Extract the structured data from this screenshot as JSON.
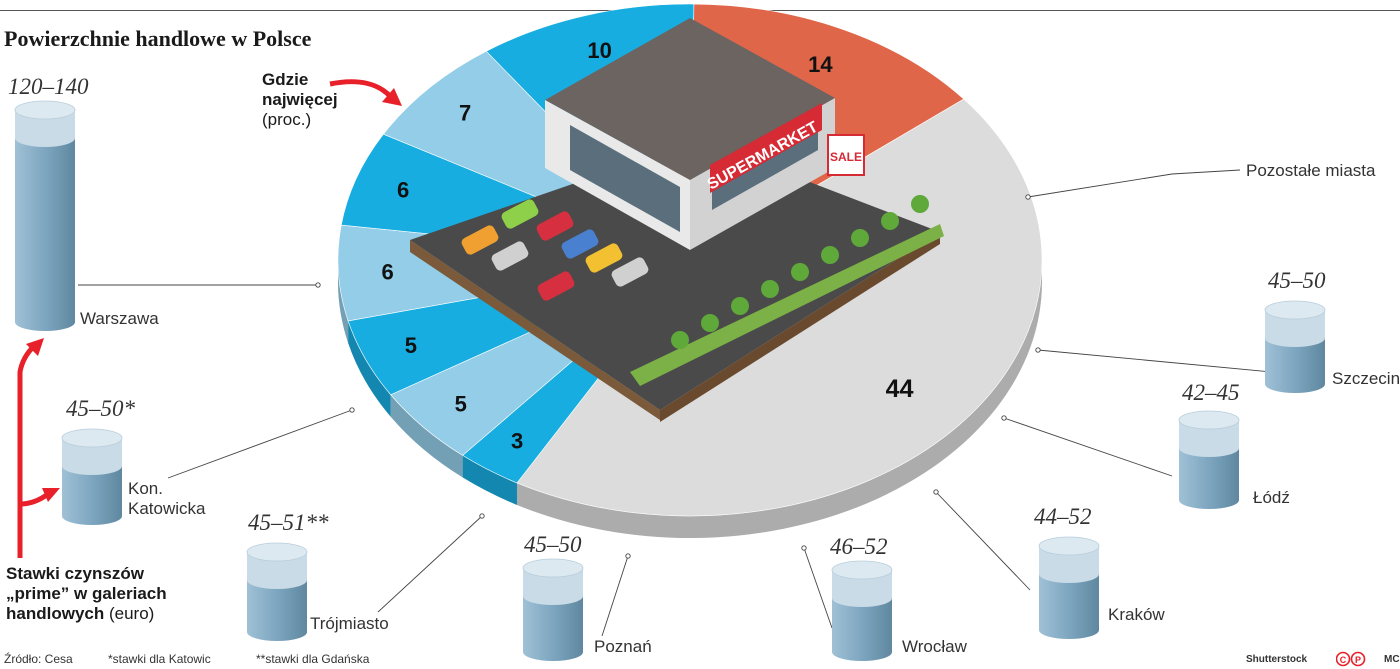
{
  "title": "Powierzchnie handlowe w Polsce",
  "pie_note": {
    "line1": "Gdzie",
    "line2": "najwięcej",
    "line3": "(proc.)"
  },
  "rent_note": {
    "line1": "Stawki czynszów",
    "line2": "„prime” w galeriach",
    "line3_bold": "handlowych",
    "line3_rest": " (euro)"
  },
  "footer": {
    "source": "Źródło: Cesa",
    "note1": "*stawki dla Katowic",
    "note2": "**stawki dla Gdańska",
    "credit": "Shutterstock",
    "author": "MC"
  },
  "icons": [
    "supermarket-illustration",
    "red-arrow-icon",
    "copyright-icon"
  ],
  "colors": {
    "warszawa": "#e0664a",
    "blue_dark": "#18ade0",
    "blue_light": "#93cde8",
    "other": "#dcdcdc",
    "cylinder": "#7aa3bd",
    "arrow": "#e8202a"
  },
  "chart_data": [
    {
      "type": "pie",
      "title": "",
      "categories": [
        "Pozostałe miasta",
        "Szczecin",
        "Łódź",
        "Kraków",
        "Wrocław",
        "Poznań",
        "Trójmiasto",
        "Kon. Katowicka",
        "Warszawa"
      ],
      "values": [
        44,
        3,
        5,
        5,
        6,
        6,
        7,
        10,
        14
      ],
      "unit": "proc."
    },
    {
      "type": "bar",
      "title": "",
      "categories": [
        "Warszawa",
        "Kon. Katowicka",
        "Trójmiasto",
        "Poznań",
        "Wrocław",
        "Kraków",
        "Łódź",
        "Szczecin"
      ],
      "labels": [
        "120–140",
        "45–50*",
        "45–51**",
        "45–50",
        "46–52",
        "44–52",
        "42–45",
        "45–50"
      ],
      "ranges": [
        [
          120,
          140
        ],
        [
          45,
          50
        ],
        [
          45,
          51
        ],
        [
          45,
          50
        ],
        [
          46,
          52
        ],
        [
          44,
          52
        ],
        [
          42,
          45
        ],
        [
          45,
          50
        ]
      ],
      "unit": "euro"
    }
  ]
}
